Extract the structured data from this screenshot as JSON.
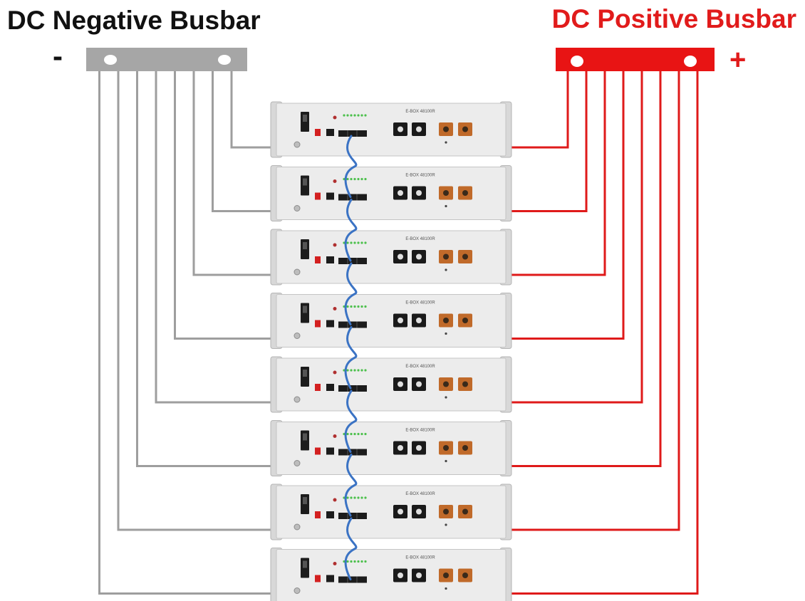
{
  "titles": {
    "negative": "DC Negative Busbar",
    "positive": "DC Positive Busbar"
  },
  "signs": {
    "negative": "-",
    "positive": "+"
  },
  "colors": {
    "negative_busbar": "#a6a6a6",
    "positive_busbar": "#e81414",
    "negative_cable": "#9e9e9e",
    "positive_cable": "#df1a1a",
    "communication_cable": "#3b73c4",
    "battery_case": "#ececec",
    "terminal": "#c06a2a"
  },
  "battery_model": "E-BOX 48100R",
  "battery_count": 8
}
